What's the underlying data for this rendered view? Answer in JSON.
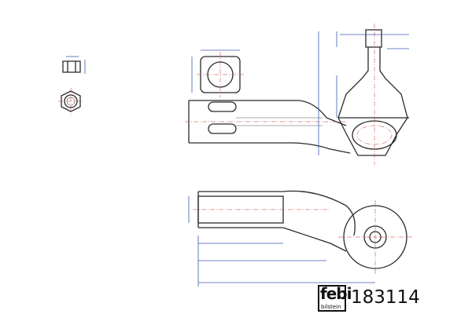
{
  "brand": {
    "logo_main": "febi",
    "logo_sub": "bilstein"
  },
  "part_number": "183114",
  "colors": {
    "outline": "#2a2a2a",
    "dimension": "#3b5bb0",
    "centerline": "#c03030"
  }
}
